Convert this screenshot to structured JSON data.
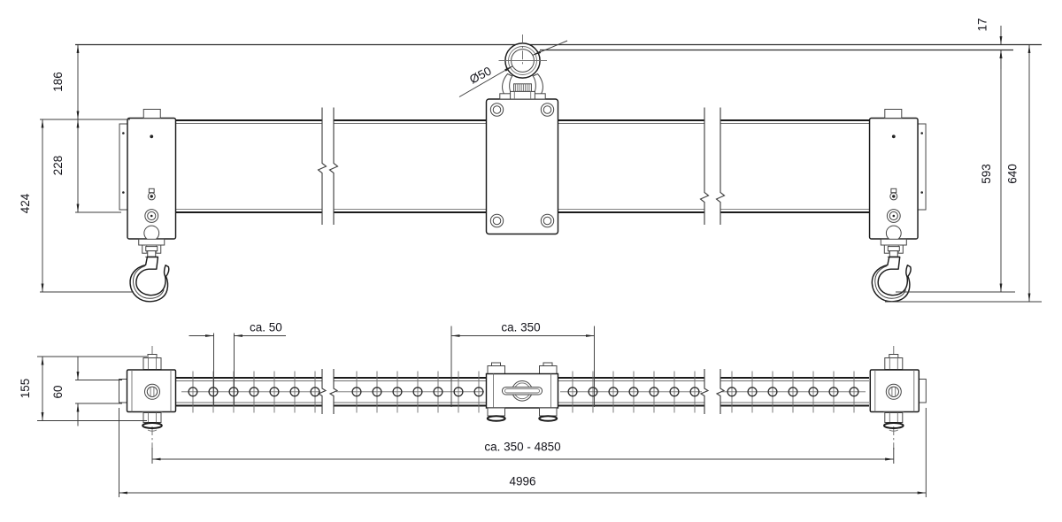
{
  "colors": {
    "background": "#ffffff",
    "object_line": "#1b1b1b",
    "thin_line": "#6e6e6e",
    "dimension_line": "#3c3c3c",
    "text": "#15151c"
  },
  "front_view": {
    "dim_offset_top": "186",
    "dim_block_height": "228",
    "dim_hook_drop": "424",
    "dim_shackle_rest": "17",
    "dim_height_inner": "593",
    "dim_height_overall": "640",
    "shackle_diameter": "Ø50"
  },
  "plan_view": {
    "dim_width_overall": "155",
    "dim_beam_width": "60",
    "dim_hole_pitch": "ca. 50",
    "dim_center_section": "ca. 350",
    "dim_hook_distance_range": "ca. 350 - 4850",
    "dim_length_overall": "4996"
  }
}
